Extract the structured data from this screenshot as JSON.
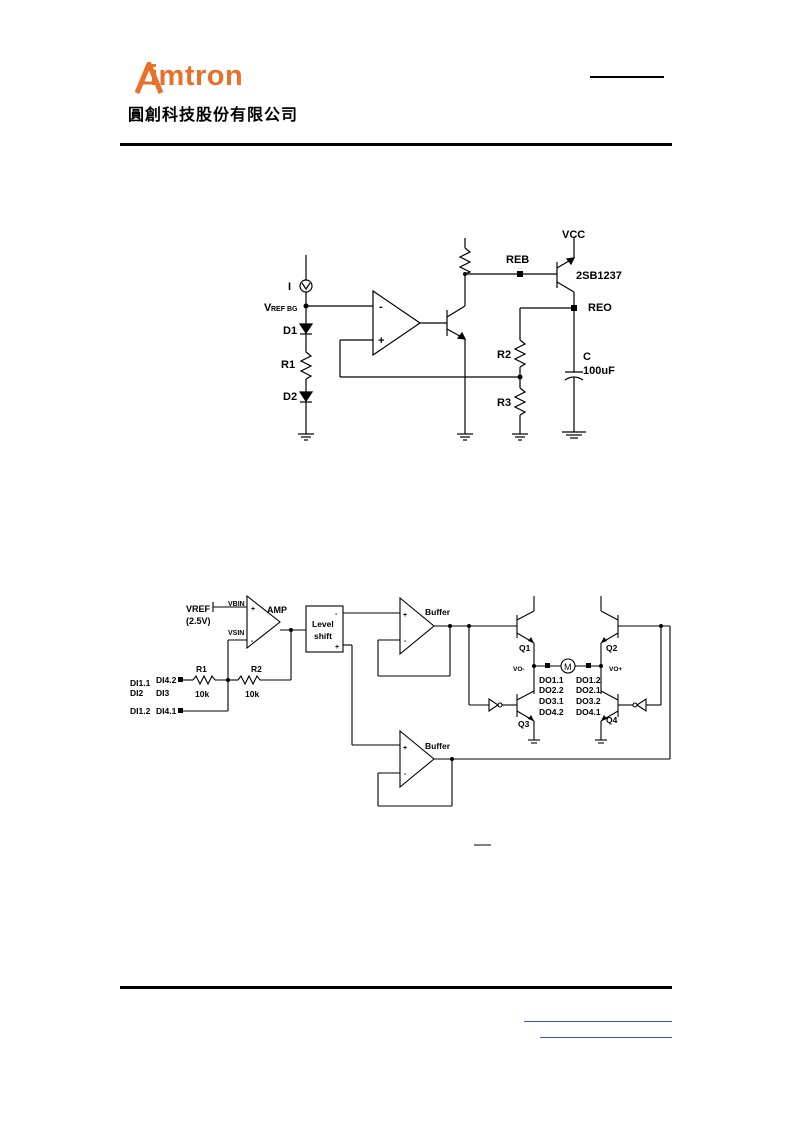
{
  "header": {
    "brand": "imtron",
    "company_cn": "圓創科技股份有限公司",
    "brand_color": "#e8702a"
  },
  "diagram1": {
    "labels": {
      "current_source": "I",
      "vref_main": "V",
      "vref_sub": "REF BG",
      "d1": "D1",
      "r1": "R1",
      "d2": "D2",
      "minus": "-",
      "plus": "+",
      "reb": "REB",
      "vcc": "VCC",
      "transistor": "2SB1237",
      "reo": "REO",
      "r2": "R2",
      "r3": "R3",
      "cap": "C",
      "cap_value": "100uF"
    }
  },
  "diagram2": {
    "labels": {
      "vref": "VREF",
      "vref_val": "(2.5V)",
      "vbin": "VBIN",
      "vsin": "VSIN",
      "amp": "AMP",
      "level1": "Level",
      "level2": "shift",
      "buffer_top": "Buffer",
      "buffer_bottom": "Buffer",
      "r1": "R1",
      "r1_val": "10k",
      "r2": "R2",
      "r2_val": "10k",
      "di11": "DI1.1",
      "di2": "DI2",
      "di12": "DI1.2",
      "di42": "DI4.2",
      "di3": "DI3",
      "di41": "DI4.1",
      "q1": "Q1",
      "q2": "Q2",
      "q3": "Q3",
      "q4": "Q4",
      "vo_minus": "VO-",
      "vo_plus": "VO+",
      "motor": "M",
      "do_left": [
        "DO1.1",
        "DO2.2",
        "DO3.1",
        "DO4.2"
      ],
      "do_right": [
        "DO1.2",
        "DO2.1",
        "DO3.2",
        "DO4.1"
      ],
      "minus": "-",
      "plus": "+"
    }
  }
}
